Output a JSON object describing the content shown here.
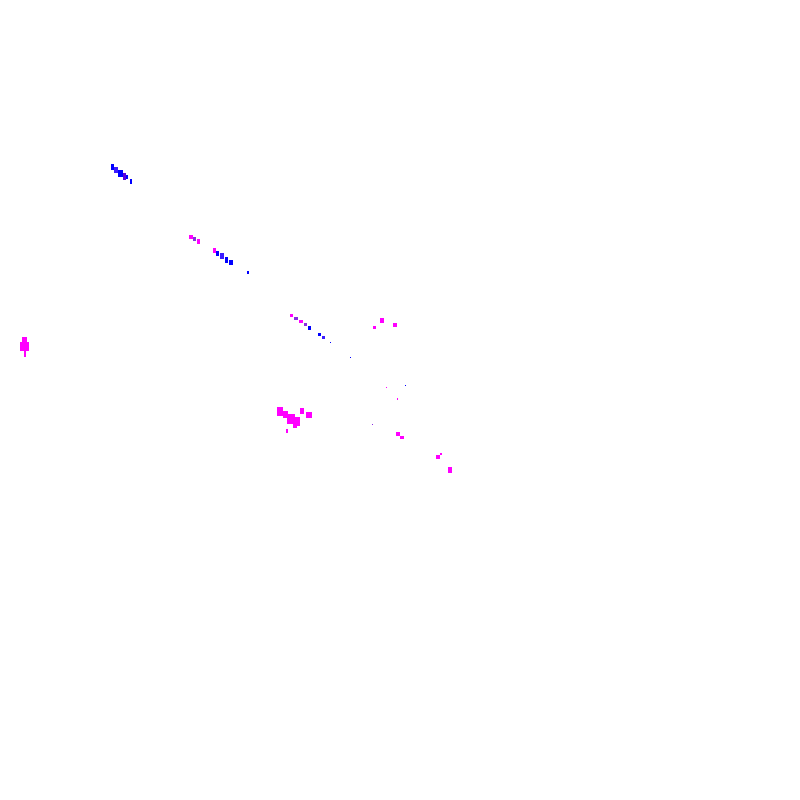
{
  "colors": {
    "background": "#ffffff",
    "magenta": "#ff00ff",
    "blue": "#0000ff",
    "violet": "#8a2be2"
  },
  "marks": [
    {
      "id": "cluster-top-left",
      "color": "blue"
    },
    {
      "id": "cluster-diagonal-1",
      "color": "magenta"
    },
    {
      "id": "cluster-diagonal-2",
      "color": "blue"
    },
    {
      "id": "cluster-diagonal-3",
      "color": "magenta"
    },
    {
      "id": "cluster-right-specks",
      "color": "magenta"
    },
    {
      "id": "cluster-center-blob",
      "color": "magenta"
    },
    {
      "id": "cluster-lower-right",
      "color": "magenta"
    },
    {
      "id": "left-edge-marker",
      "color": "magenta"
    }
  ]
}
